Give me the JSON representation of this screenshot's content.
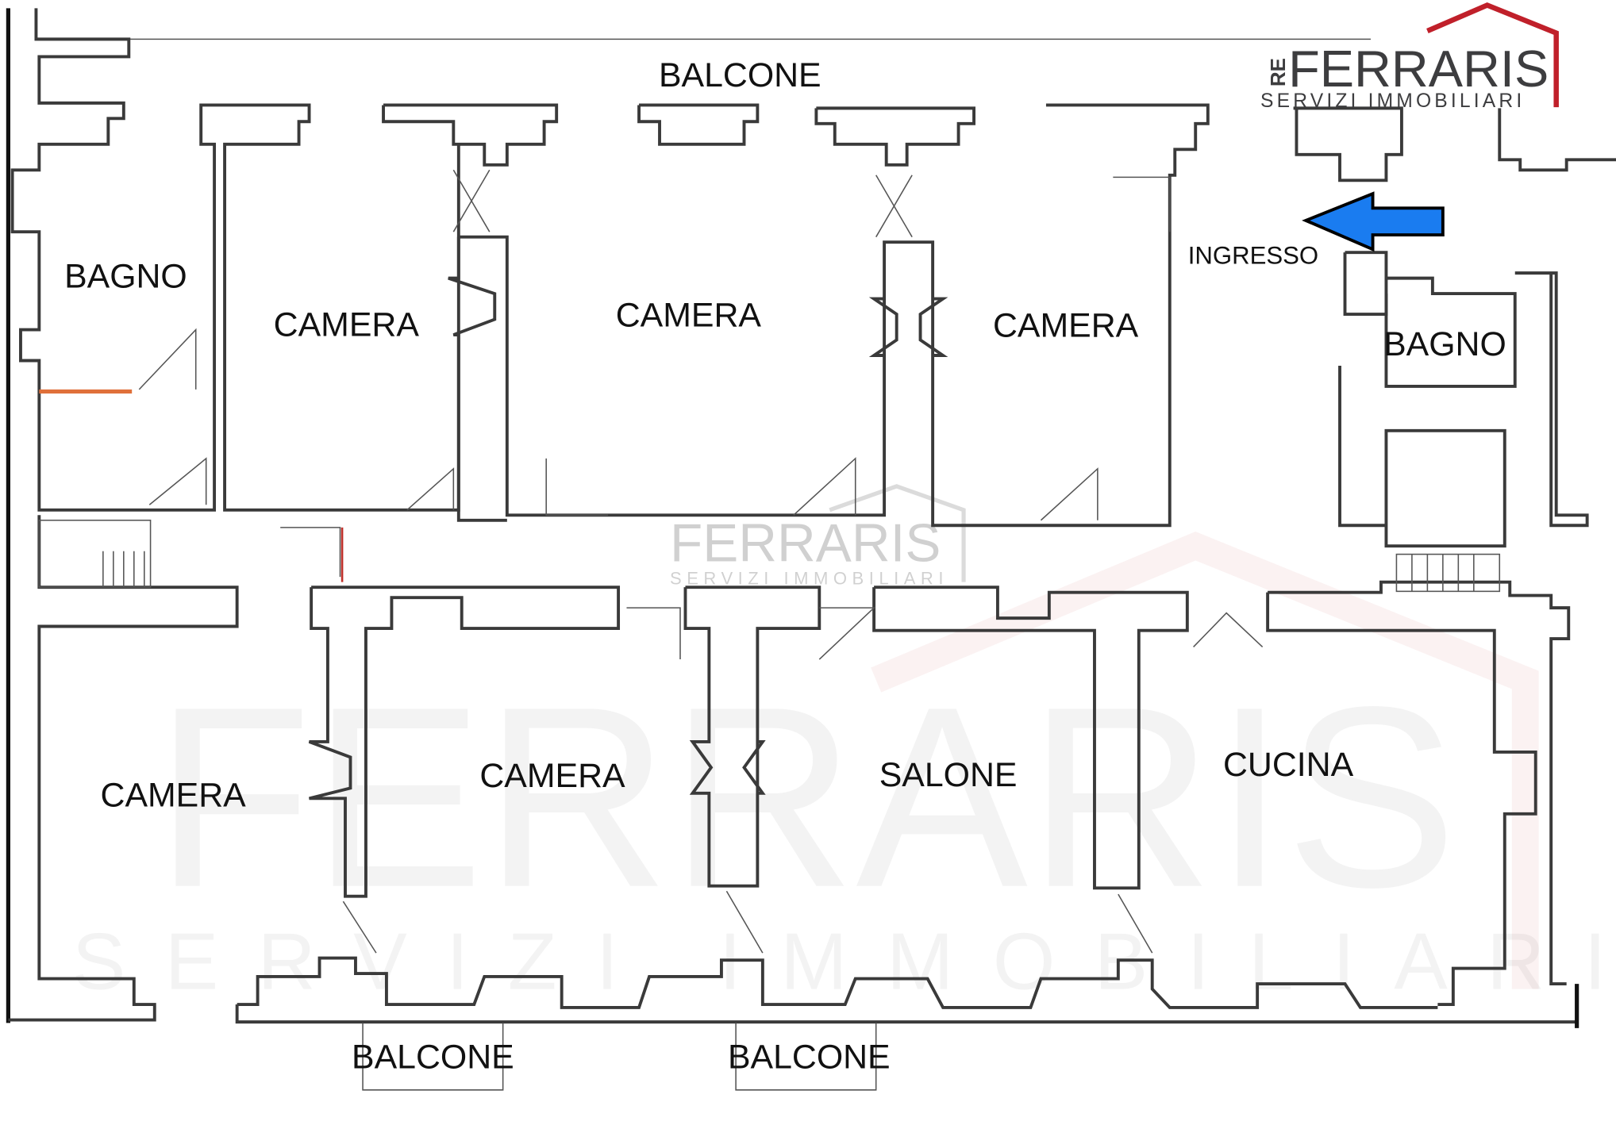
{
  "plan": {
    "rooms": {
      "balcone_top": "BALCONE",
      "bagno_left": "BAGNO",
      "camera_1": "CAMERA",
      "camera_2": "CAMERA",
      "camera_3": "CAMERA",
      "ingresso": "INGRESSO",
      "bagno_right": "BAGNO",
      "camera_lower_left": "CAMERA",
      "camera_lower": "CAMERA",
      "salone": "SALONE",
      "cucina": "CUCINA",
      "balcone_bottom_1": "BALCONE",
      "balcone_bottom_2": "BALCONE"
    },
    "entrance_arrow_color": "#1a7cf0"
  },
  "logo": {
    "prefix": "RE",
    "name": "FERRARIS",
    "tagline": "SERVIZI IMMOBILIARI",
    "accent_color": "#c0202a"
  },
  "watermark": {
    "name": "FERRARIS",
    "tagline": "SERVIZI IMMOBILIARI"
  }
}
